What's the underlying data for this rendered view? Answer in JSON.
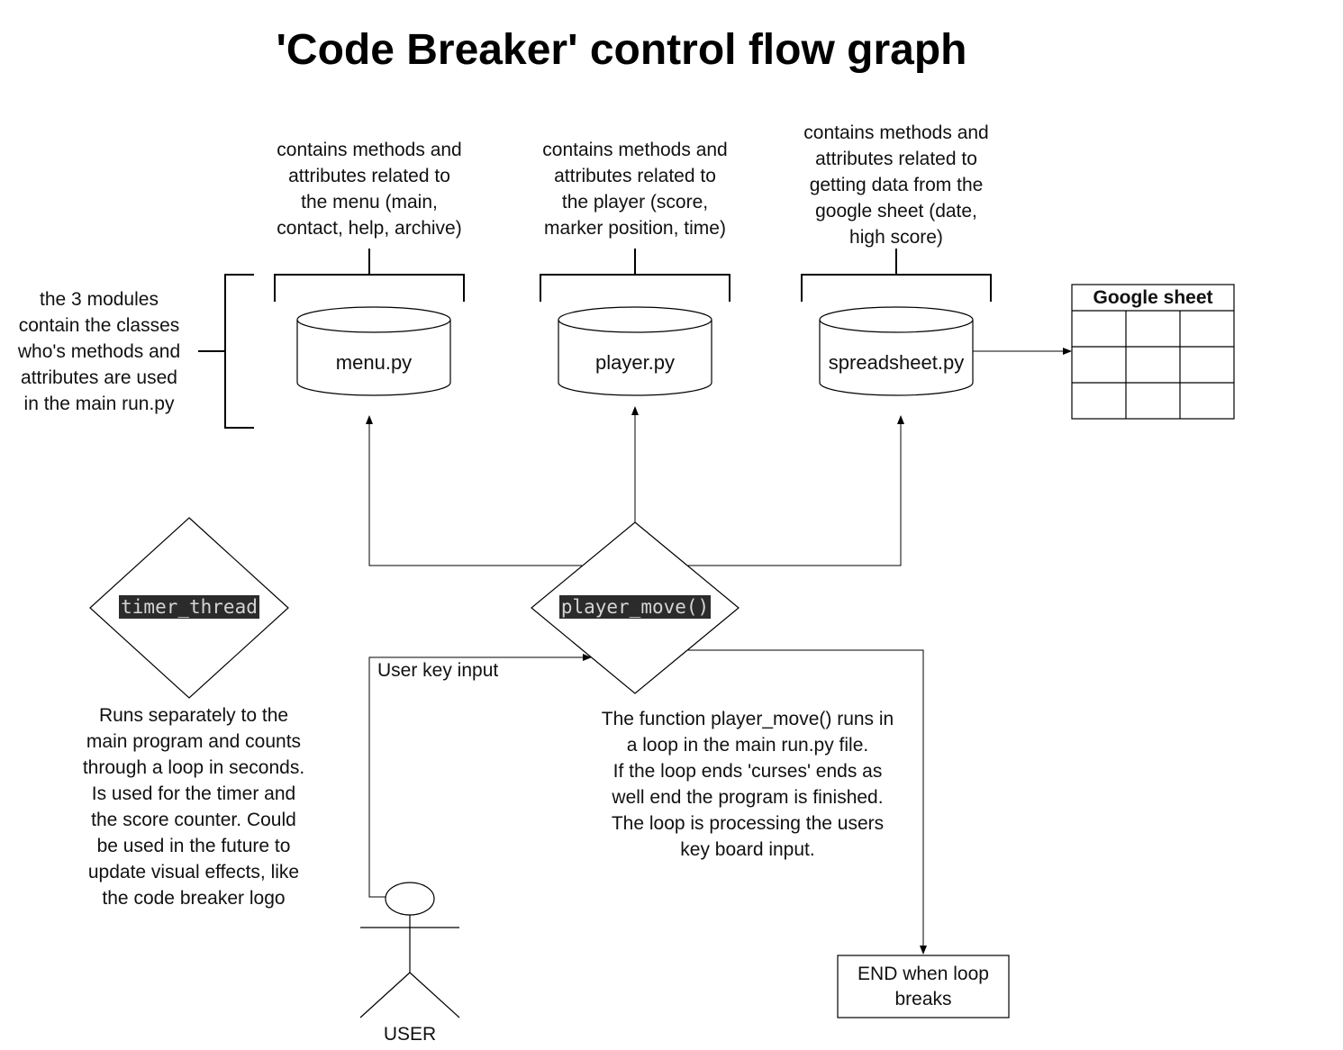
{
  "title": "'Code Breaker' control flow graph",
  "modules_note": "the 3 modules\ncontain the classes\nwho's methods and\nattributes are used\nin the main run.py",
  "modules": [
    {
      "name": "menu.py",
      "note": "contains methods and\nattributes related to\nthe menu (main,\ncontact, help, archive)"
    },
    {
      "name": "player.py",
      "note": "contains methods and\nattributes related to\nthe player (score,\nmarker position, time)"
    },
    {
      "name": "spreadsheet.py",
      "note": "contains methods and\nattributes related to\ngetting data from the\ngoogle sheet (date,\nhigh score)"
    }
  ],
  "google_sheet": {
    "title": "Google sheet",
    "rows": 3,
    "cols": 3
  },
  "timer": {
    "label": "timer_thread",
    "note": "Runs separately to the\nmain program and counts\nthrough a loop in seconds.\nIs used for the timer and\nthe score counter. Could\nbe used in the future to\nupdate visual effects, like\nthe code breaker logo"
  },
  "player_move": {
    "label": "player_move()",
    "note": "The function player_move() runs in\na loop in the main run.py file.\nIf the loop ends 'curses' ends as\nwell end the program is finished.\nThe loop is processing the users\nkey board input."
  },
  "user_input_label": "User key input",
  "user_label": "USER",
  "end_label": "END when loop\nbreaks",
  "colors": {
    "line": "#000000",
    "code_bg": "#2b2b2b",
    "code_text": "#d4d4d4"
  }
}
